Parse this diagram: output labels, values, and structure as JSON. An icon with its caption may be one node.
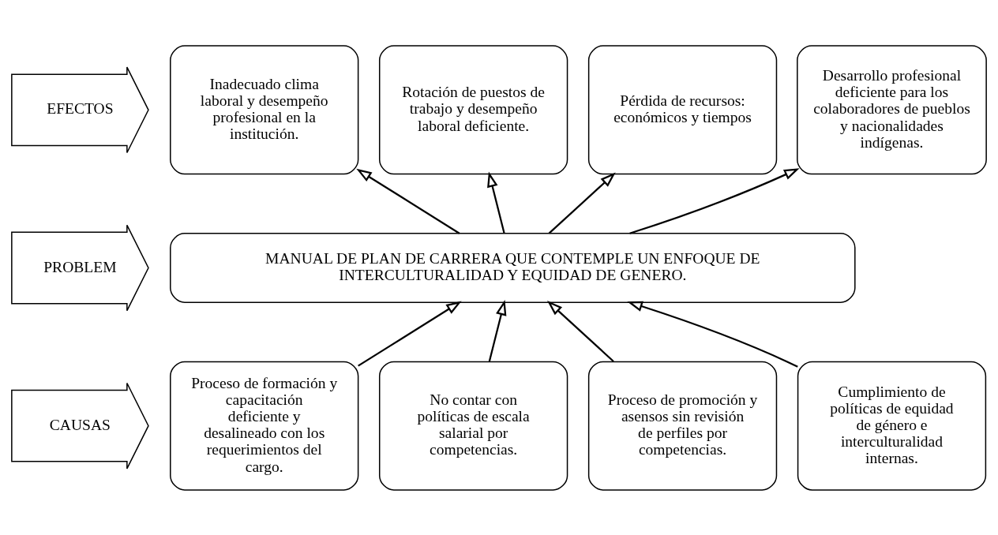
{
  "diagram": {
    "nodes": [
      {
        "text": [
          "EFECTOS"
        ]
      },
      {
        "text": [
          "Inadecuado clima laboral y desempeño profesional en la institución."
        ]
      },
      {
        "text": [
          "Rotación de puestos de trabajo y desempeño laboral deficiente."
        ]
      },
      {
        "text": [
          "Pérdida de recursos: económicos y tiempos"
        ]
      },
      {
        "text": [
          "Desarrollo profesional deficiente para los colaboradores de pueblos y nacionalidades indígenas."
        ]
      },
      {
        "text": [
          "PROBLEM"
        ]
      },
      {
        "text": [
          "MANUAL DE PLAN DE CARRERA QUE CONTEMPLE UN ENFOQUE DE INTERCULTURALIDAD Y EQUIDAD DE GENERO."
        ]
      },
      {
        "text": [
          "CAUSAS"
        ]
      },
      {
        "text": [
          "Proceso de formación y capacitación deficiente y desalineado con los requerimientos del cargo."
        ]
      },
      {
        "text": [
          "No contar con políticas de escala salarial por competencias."
        ]
      },
      {
        "text": [
          "Proceso de promoción y asensos sin revisión de perfiles por competencias."
        ]
      },
      {
        "text": [
          "Cumplimiento de políticas de equidad de género e interculturalidad internas."
        ]
      }
    ],
    "edges": [
      {
        "from": 6,
        "to": 1,
        "arrow": "to"
      },
      {
        "from": 6,
        "to": 2,
        "arrow": "to"
      },
      {
        "from": 6,
        "to": 3,
        "arrow": "to"
      },
      {
        "from": 6,
        "to": 4,
        "arrow": "to"
      },
      {
        "from": 8,
        "to": 6,
        "arrow": "to"
      },
      {
        "from": 9,
        "to": 6,
        "arrow": "to"
      },
      {
        "from": 10,
        "to": 6,
        "arrow": "to"
      },
      {
        "from": 11,
        "to": 6,
        "arrow": "to"
      }
    ]
  }
}
